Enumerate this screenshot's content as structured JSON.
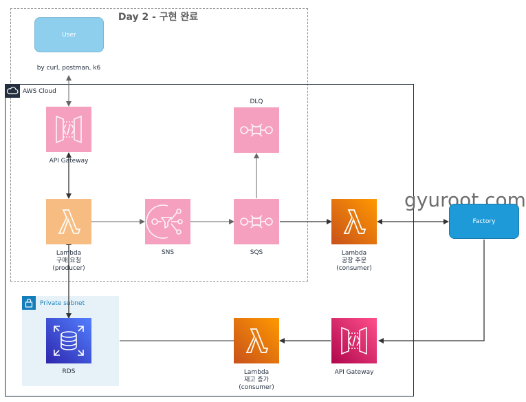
{
  "title": "Day 2 - 구현 완료",
  "watermark": "gyuroot.com",
  "groups": {
    "aws_cloud": "AWS Cloud",
    "private_subnet": "Private subnet"
  },
  "nodes": {
    "user": {
      "label": "User",
      "note": "by curl, postman, k6"
    },
    "api_gateway_top": {
      "label": "API Gateway"
    },
    "dlq": {
      "label": "DLQ"
    },
    "lambda_producer": {
      "label": [
        "Lambda",
        "구매 요청",
        "(producer)"
      ]
    },
    "sns": {
      "label": "SNS"
    },
    "sqs": {
      "label": "SQS"
    },
    "lambda_factory": {
      "label": [
        "Lambda",
        "공장 주문",
        "(consumer)"
      ]
    },
    "factory": {
      "label": "Factory"
    },
    "rds": {
      "label": "RDS"
    },
    "lambda_stock": {
      "label": [
        "Lambda",
        "재고 증가",
        "(consumer)"
      ]
    },
    "api_gateway_bottom": {
      "label": "API Gateway"
    }
  },
  "colors": {
    "app_integration": "#e7157b",
    "compute": "#ed7100",
    "database": "#3b48cc",
    "user_fill": "#8ecfee",
    "factory_fill": "#1e9ad8"
  },
  "icons": {
    "api_gateway_top": "api-gateway-icon",
    "api_gateway_bottom": "api-gateway-icon",
    "lambda_producer": "lambda-icon",
    "lambda_factory": "lambda-icon",
    "lambda_stock": "lambda-icon",
    "sns": "sns-icon",
    "sqs": "sqs-icon",
    "dlq": "sqs-icon",
    "rds": "rds-icon"
  }
}
